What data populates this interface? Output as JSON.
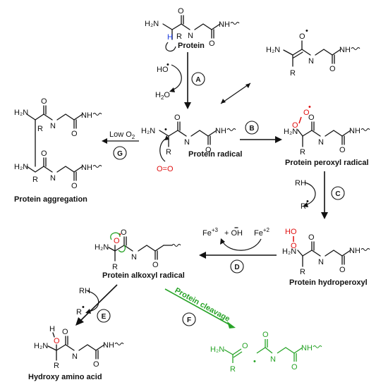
{
  "labels": {
    "protein": "Protein",
    "protein_radical": "Protein radical",
    "peroxyl": "Protein peroxyl radical",
    "hydroperoxyl": "Protein hydroperoxyl",
    "alkoxyl": "Protein alkoxyl radical",
    "aggregation": "Protein aggregation",
    "hydroxy": "Hydroxy amino acid",
    "cleavage": "Protein cleavage"
  },
  "conditions": {
    "low_o2_main": "Low O",
    "low_o2_sub": "2",
    "oh_radical": "HO",
    "water_main": "H",
    "water_sub": "2",
    "water_o": "O",
    "rh": "RH",
    "r_radical": "R",
    "fe3": "Fe",
    "fe3_sup": "+3",
    "plus_oh": "+ OH",
    "fe2": "Fe",
    "fe2_sup": "+2"
  },
  "steps": [
    "A",
    "B",
    "C",
    "D",
    "E",
    "F",
    "G"
  ],
  "atoms": {
    "h2n": "H₂N",
    "n": "N",
    "nh": "NH",
    "h": "H",
    "o": "O",
    "r": "R",
    "ho": "HO",
    "oo": "O=O",
    "dot": "•"
  },
  "colors": {
    "text": "#111111",
    "oxygen_highlight": "#e01010",
    "abstracted_hydrogen": "#1a3adf",
    "cleavage": "#27a327",
    "background": "#ffffff"
  }
}
